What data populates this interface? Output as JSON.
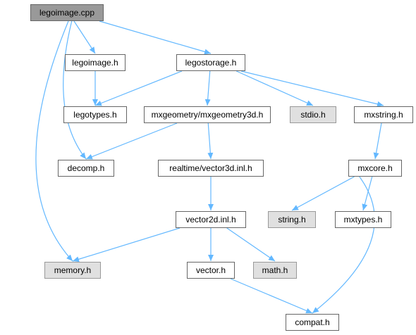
{
  "colors": {
    "edge": "#63b8ff",
    "root_fill": "#999999",
    "system_fill": "#e0e0e0",
    "plain_fill": "#ffffff"
  },
  "nodes": {
    "legoimage_cpp": "legoimage.cpp",
    "legoimage_h": "legoimage.h",
    "legostorage_h": "legostorage.h",
    "legotypes_h": "legotypes.h",
    "mxgeometry3d_h": "mxgeometry/mxgeometry3d.h",
    "stdio_h": "stdio.h",
    "mxstring_h": "mxstring.h",
    "decomp_h": "decomp.h",
    "vector3d_inl_h": "realtime/vector3d.inl.h",
    "mxcore_h": "mxcore.h",
    "vector2d_inl_h": "vector2d.inl.h",
    "string_h": "string.h",
    "mxtypes_h": "mxtypes.h",
    "memory_h": "memory.h",
    "vector_h": "vector.h",
    "math_h": "math.h",
    "compat_h": "compat.h"
  },
  "edges": [
    [
      "legoimage_cpp",
      "legoimage_h"
    ],
    [
      "legoimage_cpp",
      "legostorage_h"
    ],
    [
      "legoimage_cpp",
      "decomp_h"
    ],
    [
      "legoimage_cpp",
      "memory_h"
    ],
    [
      "legoimage_h",
      "legotypes_h"
    ],
    [
      "legostorage_h",
      "legotypes_h"
    ],
    [
      "legostorage_h",
      "mxgeometry3d_h"
    ],
    [
      "legostorage_h",
      "stdio_h"
    ],
    [
      "legostorage_h",
      "mxstring_h"
    ],
    [
      "mxgeometry3d_h",
      "decomp_h"
    ],
    [
      "mxgeometry3d_h",
      "vector3d_inl_h"
    ],
    [
      "vector3d_inl_h",
      "vector2d_inl_h"
    ],
    [
      "mxstring_h",
      "mxcore_h"
    ],
    [
      "mxcore_h",
      "string_h"
    ],
    [
      "mxcore_h",
      "mxtypes_h"
    ],
    [
      "mxcore_h",
      "compat_h"
    ],
    [
      "vector2d_inl_h",
      "memory_h"
    ],
    [
      "vector2d_inl_h",
      "vector_h"
    ],
    [
      "vector2d_inl_h",
      "math_h"
    ],
    [
      "vector_h",
      "compat_h"
    ]
  ]
}
